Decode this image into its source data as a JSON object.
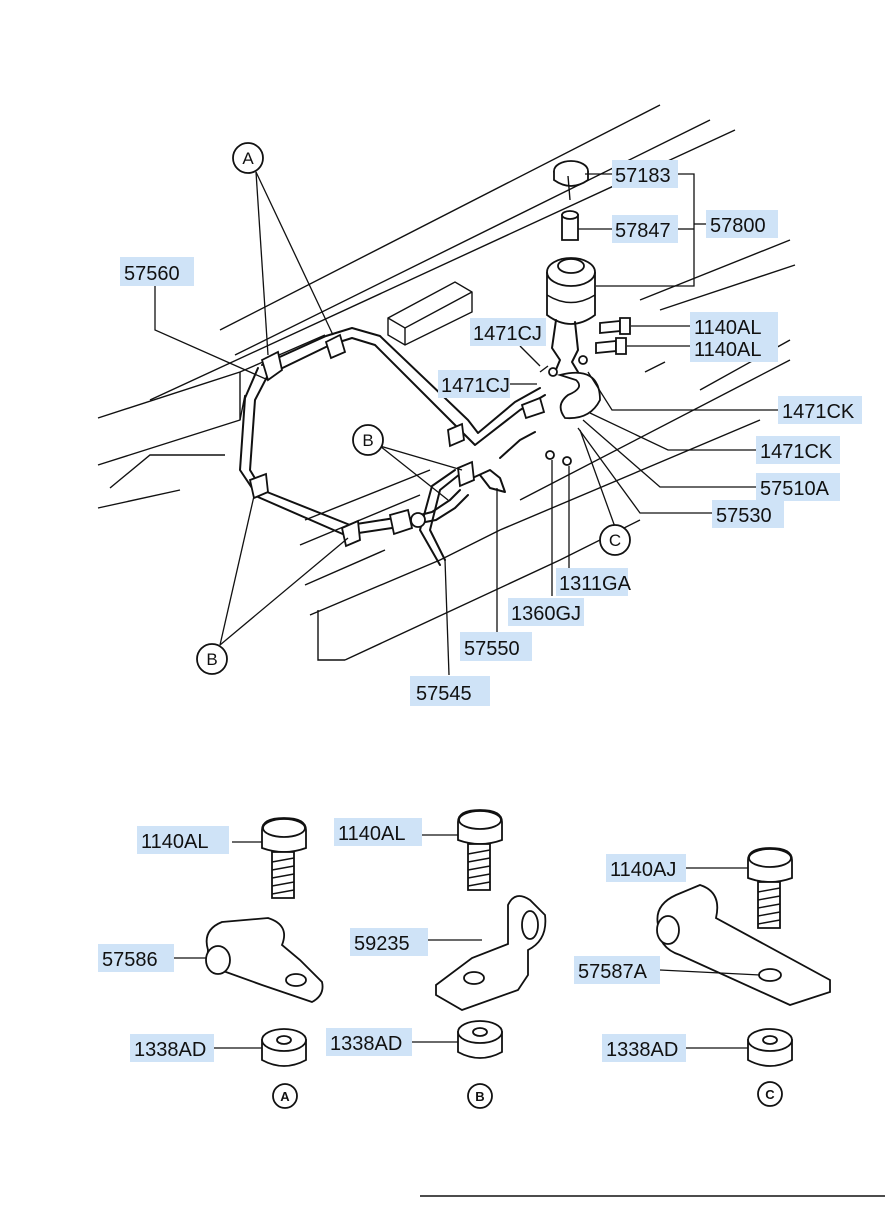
{
  "diagram": {
    "part_labels": [
      "57183",
      "57847",
      "57800",
      "57560",
      "1471CJ",
      "1140AL",
      "1140AL",
      "1471CJ",
      "1471CK",
      "1471CK",
      "57510A",
      "57530",
      "1311GA",
      "1360GJ",
      "57550",
      "57545"
    ],
    "callouts": [
      "A",
      "B",
      "B",
      "C"
    ],
    "details": [
      {
        "bolt": "1140AL",
        "bracket": "57586",
        "nut": "1338AD",
        "tag": "A"
      },
      {
        "bolt": "1140AL",
        "bracket": "59235",
        "nut": "1338AD",
        "tag": "B"
      },
      {
        "bolt": "1140AJ",
        "bracket": "57587A",
        "nut": "1338AD",
        "tag": "C"
      }
    ]
  }
}
